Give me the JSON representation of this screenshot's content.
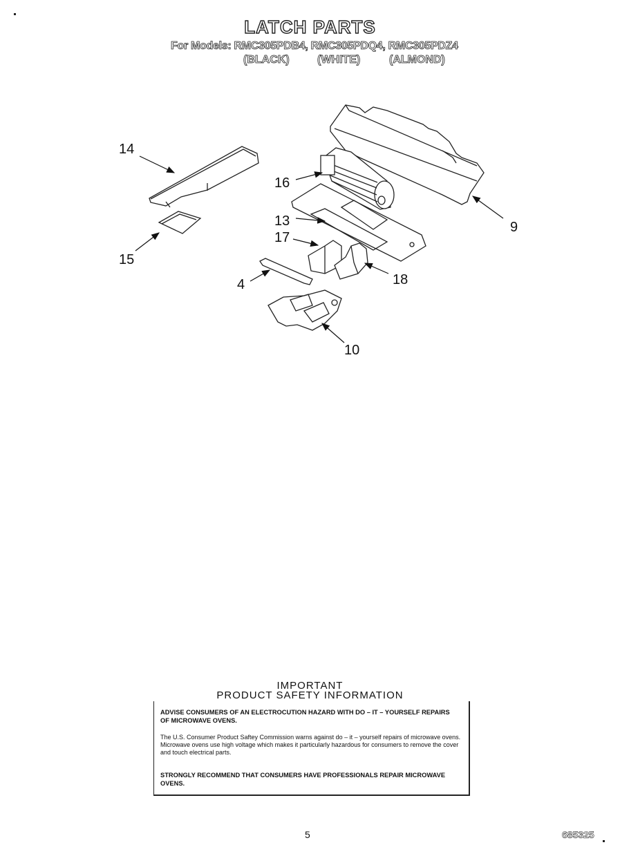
{
  "header": {
    "title": "LATCH PARTS",
    "models_line": "For Models: RMC305PDB4, RMC305PDQ4, RMC305PDZ4",
    "finishes": [
      "(BLACK)",
      "(WHITE)",
      "(ALMOND)"
    ]
  },
  "diagram": {
    "callouts": [
      "14",
      "16",
      "9",
      "13",
      "17",
      "15",
      "4",
      "18",
      "10"
    ]
  },
  "safety": {
    "heading_line1": "IMPORTANT",
    "heading_line2": "PRODUCT  SAFETY  INFORMATION",
    "advisory": "ADVISE CONSUMERS OF AN ELECTROCUTION HAZARD WITH DO – IT – YOURSELF REPAIRS OF MICROWAVE OVENS.",
    "body": "The U.S. Consumer Product Saftey Commission warns against do – it – yourself repairs of microwave ovens. Microwave ovens use high voltage which makes it particularly hazardous for consumers to remove the cover and touch electrical parts.",
    "recommend": "STRONGLY RECOMMEND THAT CONSUMERS HAVE PROFESSIONALS REPAIR MICROWAVE OVENS."
  },
  "footer": {
    "page_number": "5",
    "doc_number": "685325"
  }
}
